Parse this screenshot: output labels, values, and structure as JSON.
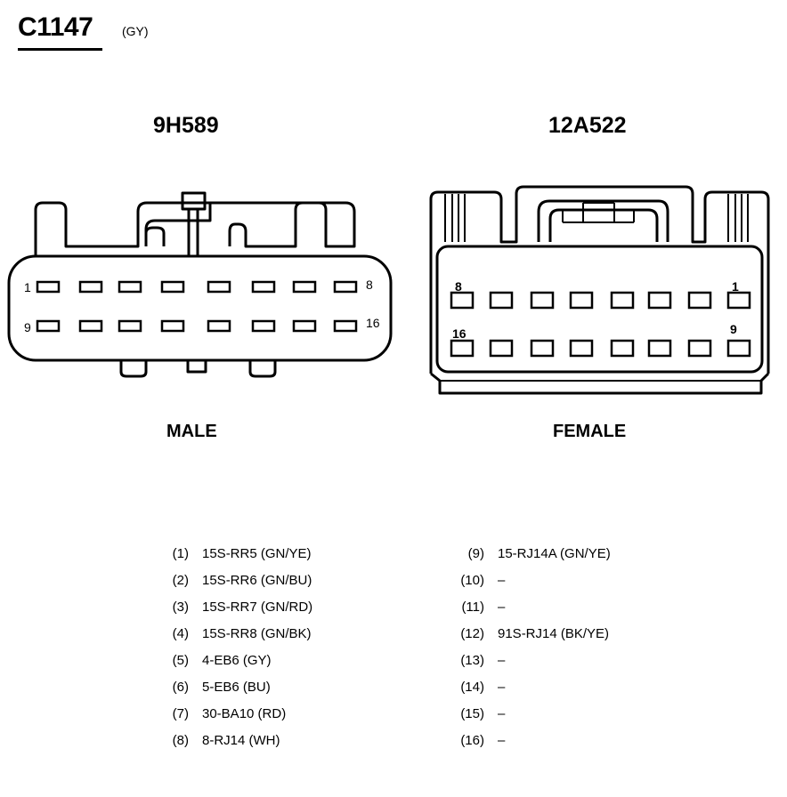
{
  "header": {
    "connector_id": "C1147",
    "color_code": "(GY)"
  },
  "connectors": {
    "left": {
      "part_number": "9H589",
      "gender": "MALE",
      "pin_labels": [
        "1",
        "8",
        "9",
        "16"
      ]
    },
    "right": {
      "part_number": "12A522",
      "gender": "FEMALE",
      "pin_labels": [
        "8",
        "1",
        "16",
        "9"
      ]
    }
  },
  "pinout": {
    "left_column": [
      {
        "pin": "(1)",
        "circuit": "15S-RR5 (GN/YE)"
      },
      {
        "pin": "(2)",
        "circuit": "15S-RR6 (GN/BU)"
      },
      {
        "pin": "(3)",
        "circuit": "15S-RR7 (GN/RD)"
      },
      {
        "pin": "(4)",
        "circuit": "15S-RR8 (GN/BK)"
      },
      {
        "pin": "(5)",
        "circuit": "4-EB6 (GY)"
      },
      {
        "pin": "(6)",
        "circuit": "5-EB6 (BU)"
      },
      {
        "pin": "(7)",
        "circuit": "30-BA10 (RD)"
      },
      {
        "pin": "(8)",
        "circuit": "8-RJ14 (WH)"
      }
    ],
    "right_column": [
      {
        "pin": "(9)",
        "circuit": "15-RJ14A (GN/YE)"
      },
      {
        "pin": "(10)",
        "circuit": "–"
      },
      {
        "pin": "(11)",
        "circuit": "–"
      },
      {
        "pin": "(12)",
        "circuit": "91S-RJ14 (BK/YE)"
      },
      {
        "pin": "(13)",
        "circuit": "–"
      },
      {
        "pin": "(14)",
        "circuit": "–"
      },
      {
        "pin": "(15)",
        "circuit": "–"
      },
      {
        "pin": "(16)",
        "circuit": "–"
      }
    ]
  }
}
